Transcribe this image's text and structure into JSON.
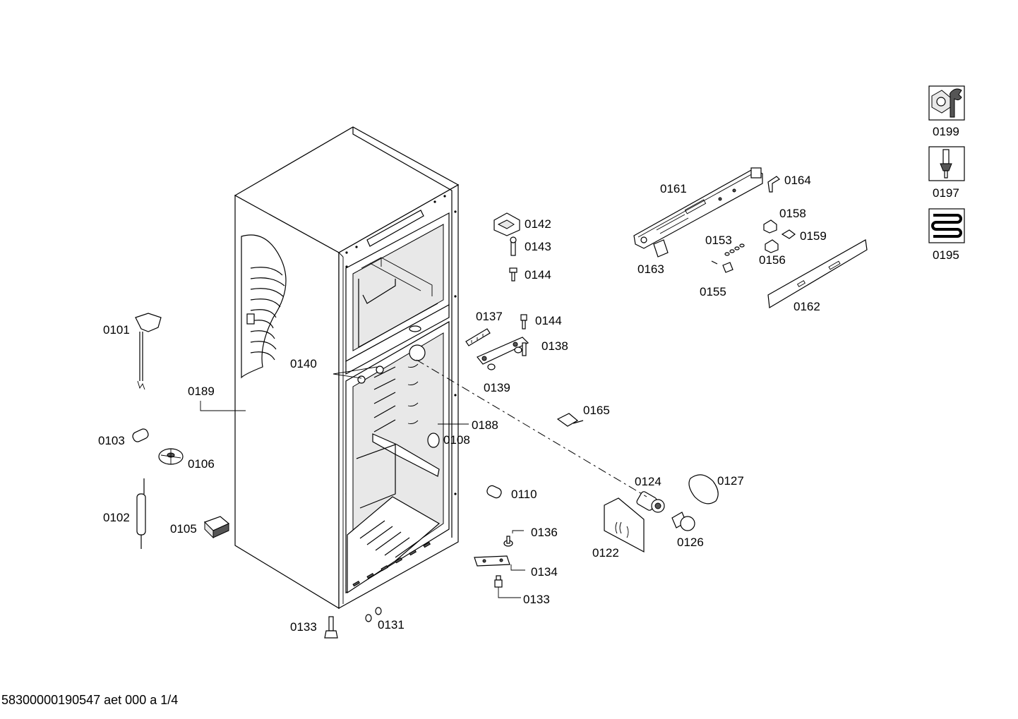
{
  "labels": {
    "p0101": "0101",
    "p0102": "0102",
    "p0103": "0103",
    "p0105": "0105",
    "p0106": "0106",
    "p0108": "0108",
    "p0110": "0110",
    "p0122": "0122",
    "p0124": "0124",
    "p0126": "0126",
    "p0127": "0127",
    "p0131": "0131",
    "p0133a": "0133",
    "p0133b": "0133",
    "p0134": "0134",
    "p0136": "0136",
    "p0137": "0137",
    "p0138": "0138",
    "p0139": "0139",
    "p0140": "0140",
    "p0142": "0142",
    "p0143": "0143",
    "p0144a": "0144",
    "p0144b": "0144",
    "p0153": "0153",
    "p0155": "0155",
    "p0156": "0156",
    "p0158": "0158",
    "p0159": "0159",
    "p0161": "0161",
    "p0162": "0162",
    "p0163": "0163",
    "p0164": "0164",
    "p0165": "0165",
    "p0188": "0188",
    "p0189": "0189",
    "p0195": "0195",
    "p0197": "0197",
    "p0199": "0199"
  },
  "icons": {
    "p0199": "wrench-nut-icon",
    "p0197": "screwdriver-icon",
    "p0195": "heating-coil-icon"
  },
  "footer": "58300000190547 aet 000 a 1/4"
}
